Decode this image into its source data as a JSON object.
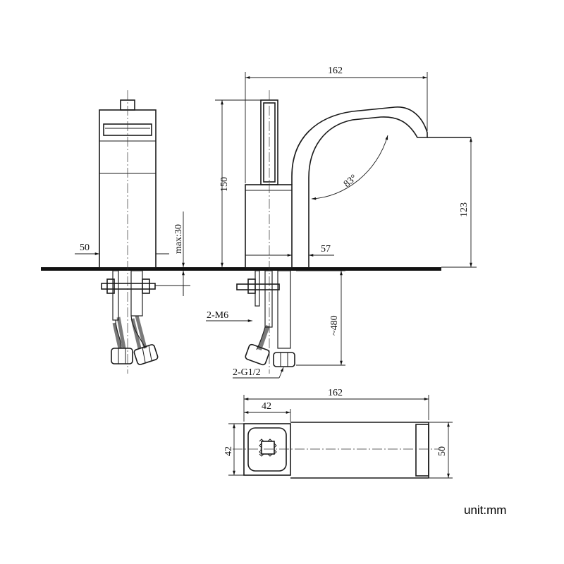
{
  "dimensions": {
    "spout_length": "162",
    "handle_height": "150",
    "spout_height": "123",
    "angle": "83°",
    "handle_width": "50",
    "base_width": "57",
    "max_thickness": "max:30",
    "bolts": "2-M6",
    "hose_length": "~480",
    "connectors": "2-G1/2",
    "plan_length": "162",
    "plan_handle_width": "42",
    "plan_handle_depth": "42",
    "plan_spout_width": "50"
  },
  "unit_label": "unit:mm"
}
